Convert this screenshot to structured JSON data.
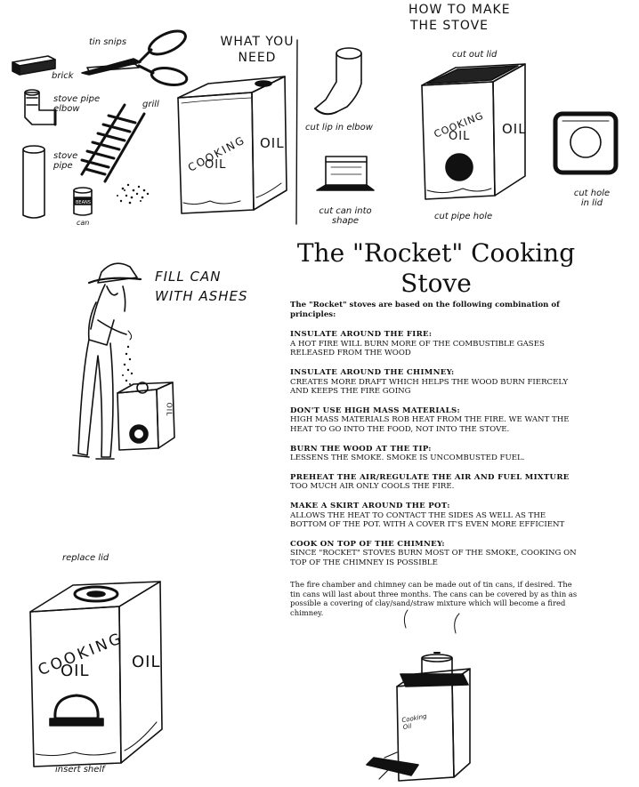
{
  "header": {
    "how_to_line1": "HOW TO MAKE",
    "how_to_line2": "THE STOVE",
    "what_line1": "WHAT YOU",
    "what_line2": "NEED"
  },
  "needs": {
    "tin_snips": "tin snips",
    "brick": "brick",
    "stove_pipe_elbow": "stove pipe elbow",
    "grill": "grill",
    "stove_pipe": "stove pipe",
    "can": "can",
    "can_label": "BEANS"
  },
  "steps": {
    "cut_lip": "cut lip in elbow",
    "cut_can": "cut can into shape",
    "cut_out_lid": "cut out lid",
    "cut_pipe_hole": "cut pipe hole",
    "cut_hole_in_lid": "cut hole in lid",
    "fill_can_line1": "FILL CAN",
    "fill_can_line2": "WITH ASHES",
    "replace_lid": "replace lid",
    "insert_shelf": "insert shelf"
  },
  "can_text": {
    "cooking": "COOKING",
    "oil": "OIL",
    "small_label": "Cooking Oil"
  },
  "article": {
    "title": "The \"Rocket\" Cooking Stove",
    "intro": "The \"Rocket\" stoves are based on the following combination of principles:",
    "principles": [
      {
        "head": "INSULATE AROUND THE FIRE:",
        "body": "A HOT FIRE WILL BURN MORE OF THE COMBUSTIBLE GASES RELEASED FROM THE WOOD"
      },
      {
        "head": "INSULATE AROUND THE CHIMNEY:",
        "body": "CREATES MORE DRAFT WHICH HELPS THE WOOD BURN FIERCELY AND KEEPS THE FIRE GOING"
      },
      {
        "head": "DON'T USE HIGH MASS MATERIALS:",
        "body": "HIGH MASS MATERIALS ROB HEAT FROM THE FIRE. WE WANT THE HEAT TO GO INTO THE FOOD, NOT INTO THE STOVE."
      },
      {
        "head": "BURN THE WOOD AT THE TIP:",
        "body": "LESSENS THE SMOKE. SMOKE IS UNCOMBUSTED FUEL."
      },
      {
        "head": "PREHEAT THE AIR/REGULATE THE AIR AND FUEL MIXTURE",
        "body": "TOO MUCH AIR ONLY COOLS THE FIRE."
      },
      {
        "head": "MAKE A SKIRT AROUND THE POT:",
        "body": "ALLOWS THE HEAT TO CONTACT THE SIDES AS WELL AS THE BOTTOM OF THE POT. WITH A COVER IT'S EVEN MORE EFFICIENT"
      },
      {
        "head": "COOK ON TOP OF THE CHIMNEY:",
        "body": "SINCE \"ROCKET\" STOVES BURN MOST OF THE SMOKE, COOKING ON TOP OF THE CHIMNEY IS POSSIBLE"
      }
    ],
    "closing": "The fire chamber and chimney can be made out of tin cans, if desired. The tin cans will last about three months. The cans can be covered by as thin as possible a covering of clay/sand/straw mixture which will become a fired chimney."
  }
}
